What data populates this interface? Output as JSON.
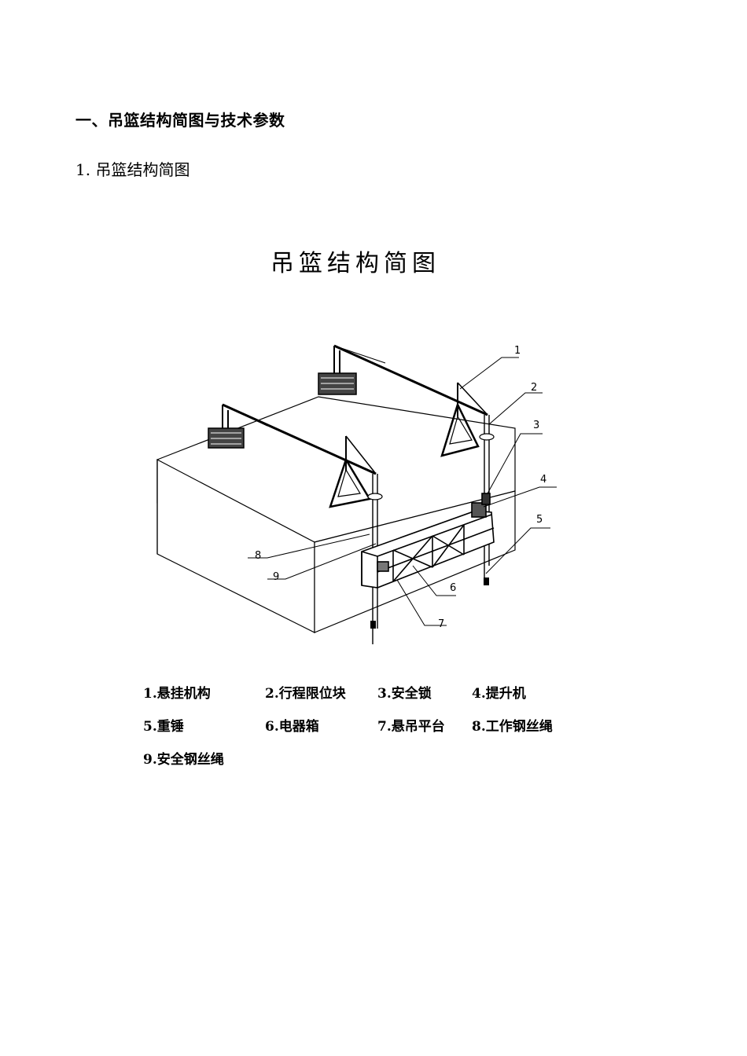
{
  "heading": "一、吊篮结构简图与技术参数",
  "subheading": "1. 吊篮结构简图",
  "diagram": {
    "title": "吊篮结构简图",
    "callouts": [
      "1",
      "2",
      "3",
      "4",
      "5",
      "6",
      "7",
      "8",
      "9"
    ]
  },
  "legend": [
    "1.悬挂机构",
    "2.行程限位块",
    "3.安全锁",
    "4.提升机",
    "5.重锤",
    "6.电器箱",
    "7.悬吊平台",
    "8.工作钢丝绳",
    "9.安全钢丝绳"
  ]
}
